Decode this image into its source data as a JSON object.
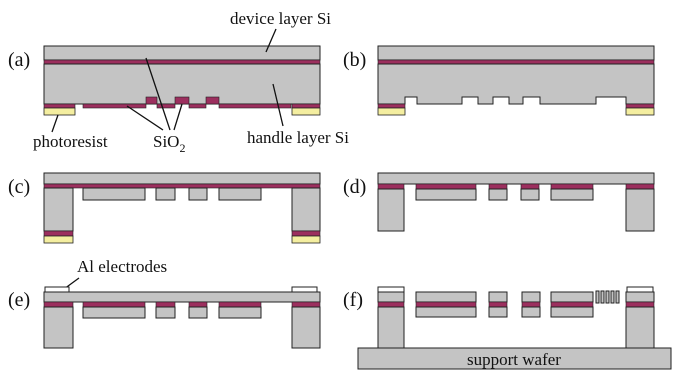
{
  "labels": {
    "device_layer": "device layer Si",
    "handle_layer": "handle layer Si",
    "photoresist": "photoresist",
    "sio2_prefix": "SiO",
    "sio2_subscript": "2",
    "al_electrodes": "Al electrodes",
    "support_wafer": "support wafer"
  },
  "panels": [
    {
      "letter": "(a)"
    },
    {
      "letter": "(b)"
    },
    {
      "letter": "(c)"
    },
    {
      "letter": "(d)"
    },
    {
      "letter": "(e)"
    },
    {
      "letter": "(f)"
    }
  ],
  "materials": {
    "silicon": "#c4c4c4",
    "sio2": "#9c2f5e",
    "photoresist": "#f4eea0",
    "aluminum": "#ffffff",
    "support_wafer": "#c4c4c4"
  }
}
